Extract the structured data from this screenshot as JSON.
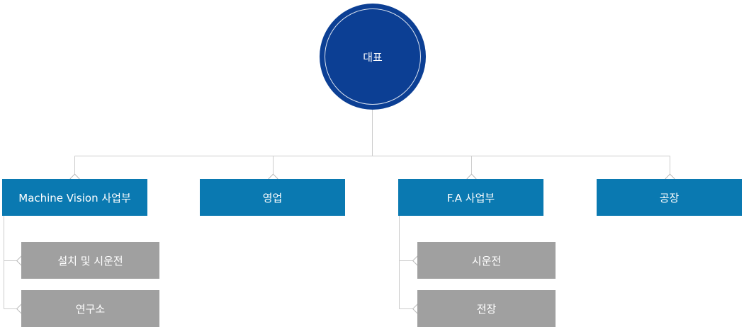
{
  "ceo": {
    "label": "대표"
  },
  "departments": [
    {
      "label": "Machine Vision 사업부"
    },
    {
      "label": "영업"
    },
    {
      "label": "F.A 사업부"
    },
    {
      "label": "공장"
    }
  ],
  "subunits": {
    "machine_vision": [
      {
        "label": "설치 및 시운전"
      },
      {
        "label": "연구소"
      }
    ],
    "fa": [
      {
        "label": "시운전"
      },
      {
        "label": "전장"
      }
    ]
  },
  "colors": {
    "ceo": "#0c3f94",
    "department": "#0a79b1",
    "subunit": "#a0a0a0",
    "connector": "#cccccc"
  }
}
